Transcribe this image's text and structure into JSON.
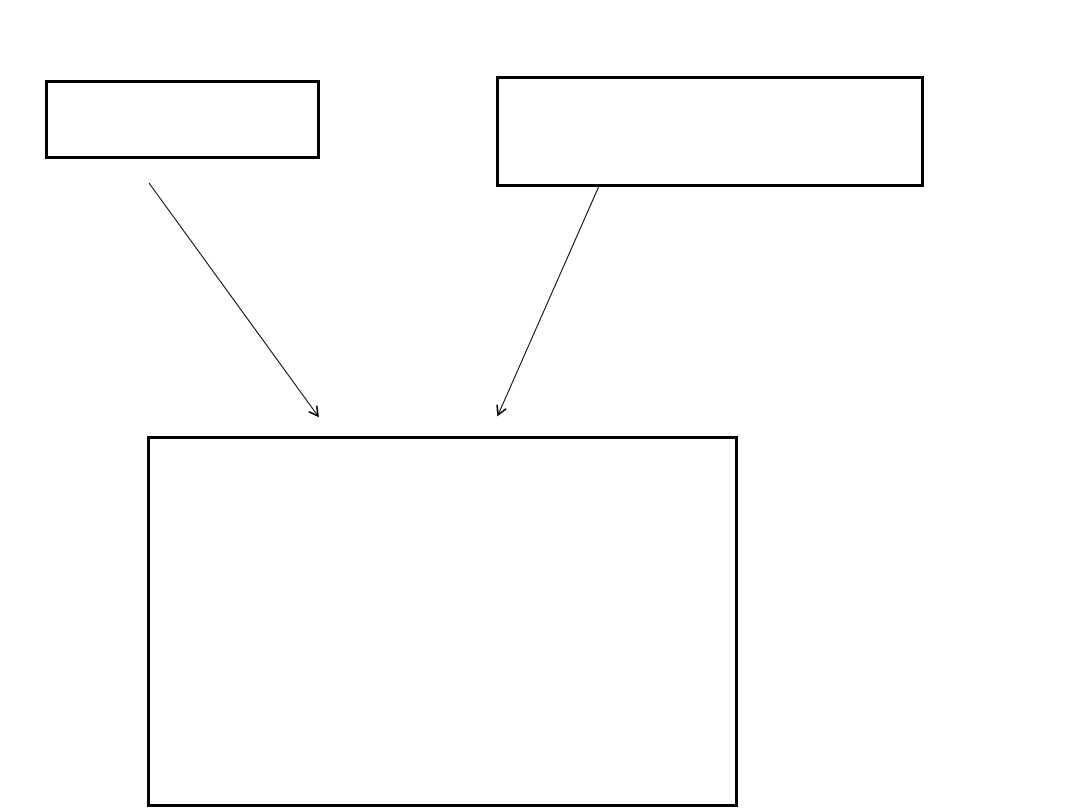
{
  "diagram": {
    "stroke_color": "#000000",
    "background_color": "#ffffff",
    "boxes": [
      {
        "id": "top-left-box",
        "label": ""
      },
      {
        "id": "top-right-box",
        "label": ""
      },
      {
        "id": "bottom-box",
        "label": ""
      }
    ],
    "arrows": [
      {
        "from": "top-left-box",
        "to": "bottom-box"
      },
      {
        "from": "top-right-box",
        "to": "bottom-box"
      }
    ]
  }
}
